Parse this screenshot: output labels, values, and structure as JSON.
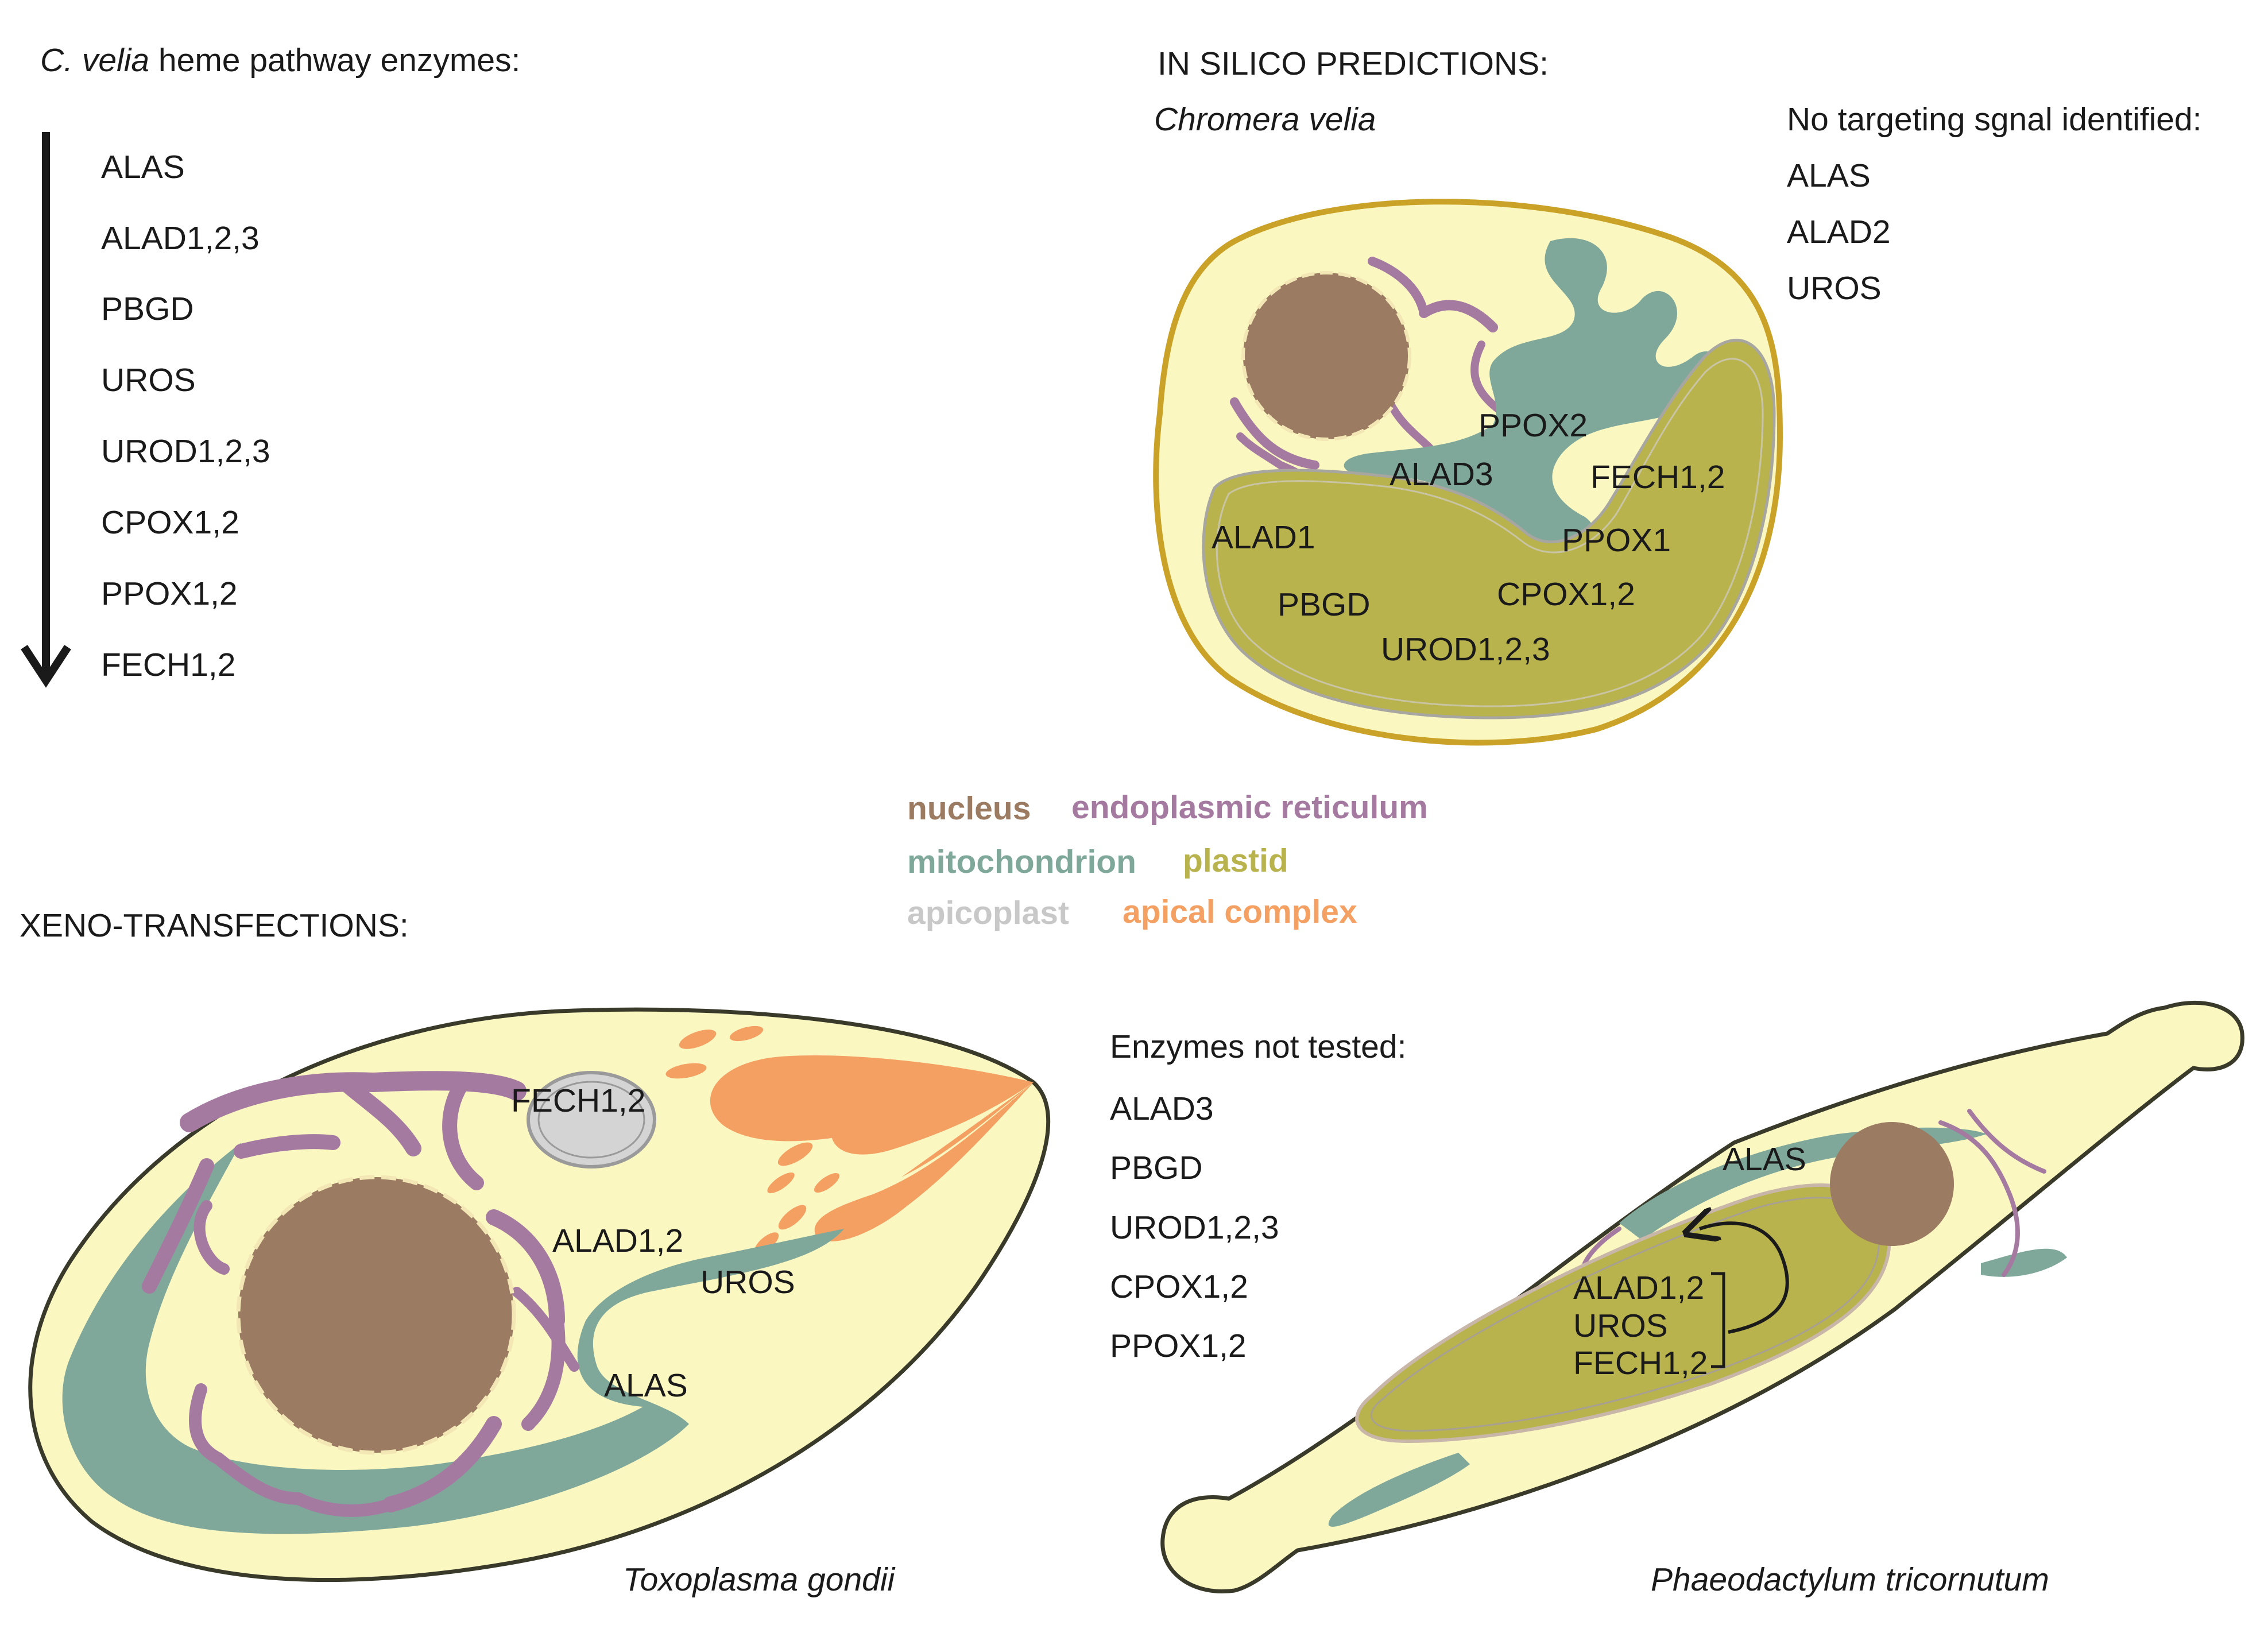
{
  "pathway": {
    "heading_italic": "C. velia",
    "heading_rest": " heme pathway enzymes:",
    "steps": [
      "ALAS",
      "ALAD1,2,3",
      "PBGD",
      "UROS",
      "UROD1,2,3",
      "CPOX1,2",
      "PPOX1,2",
      "FECH1,2"
    ]
  },
  "insilico": {
    "heading": "IN SILICO PREDICTIONS:",
    "species": "Chromera velia",
    "no_signal_heading": "No targeting sgnal identified:",
    "no_signal_list": [
      "ALAS",
      "ALAD2",
      "UROS"
    ],
    "cell_labels": {
      "ppox2": "PPOX2",
      "alad3": "ALAD3",
      "fech": "FECH1,2",
      "alad1": "ALAD1",
      "ppox1": "PPOX1",
      "pbgd": "PBGD",
      "cpox": "CPOX1,2",
      "urod": "UROD1,2,3"
    }
  },
  "legend": {
    "nucleus": "nucleus",
    "er": "endoplasmic reticulum",
    "mito": "mitochondrion",
    "plastid": "plastid",
    "apicoplast": "apicoplast",
    "apical": "apical complex"
  },
  "colors": {
    "nucleus": "#9b7b61",
    "er": "#a57aa0",
    "mito": "#7fa89b",
    "plastid": "#b9b34d",
    "apicoplast": "#c8c8c8",
    "apical": "#f4a063",
    "cytoplasm": "#fbf7c1",
    "cell_border": "#c9a227"
  },
  "xeno": {
    "heading": "XENO-TRANSFECTIONS:",
    "toxo_species": "Toxoplasma gondii",
    "toxo_labels": {
      "fech": "FECH1,2",
      "alad": "ALAD1,2",
      "uros": "UROS",
      "alas": "ALAS"
    },
    "not_tested_heading": "Enzymes not tested:",
    "not_tested": [
      "ALAD3",
      "PBGD",
      "UROD1,2,3",
      "CPOX1,2",
      "PPOX1,2"
    ],
    "phaeo_species": "Phaeodactylum tricornutum",
    "phaeo_labels": {
      "alas": "ALAS",
      "alad": "ALAD1,2",
      "uros": "UROS",
      "fech": "FECH1,2"
    }
  }
}
